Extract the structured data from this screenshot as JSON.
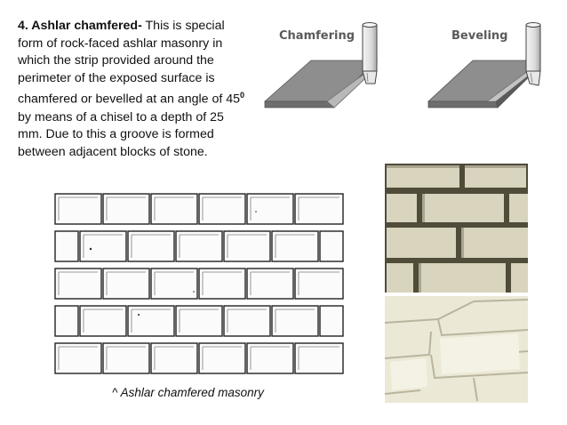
{
  "text": {
    "heading": "4. Ashlar chamfered-",
    "body": " This is special form of rock-faced ashlar masonry in which the strip provided around the perimeter of the exposed surface is chamfered or bevelled at an angle of 45",
    "degree": "0",
    "body_end": " by means of a chisel to a depth of 25 mm. Due to this a groove is formed between adjacent blocks of stone."
  },
  "illustration": {
    "label_left": "Chamfering",
    "label_right": "Beveling"
  },
  "figure": {
    "caption": "^ Ashlar chamfered masonry"
  },
  "colors": {
    "text": "#111111",
    "label_gray": "#5a5a5a",
    "block_gray": "#8e8e8e",
    "photo_dark": "#5d5a45",
    "photo_light": "#e3e0cc"
  }
}
